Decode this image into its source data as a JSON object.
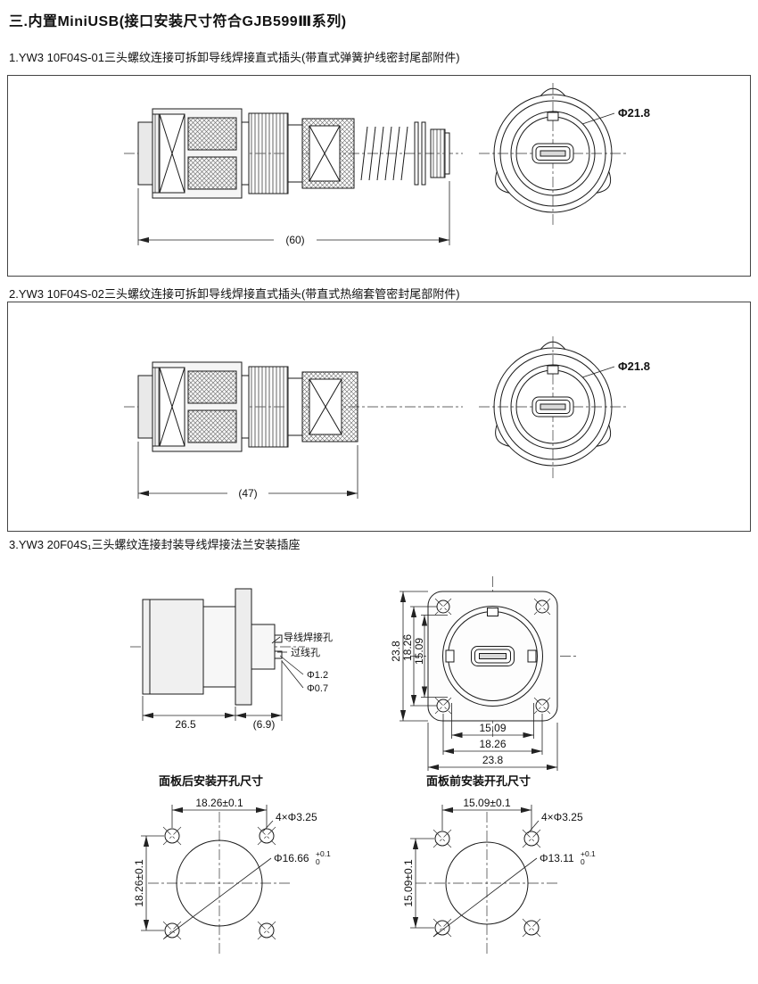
{
  "page": {
    "title": "三.内置MiniUSB(接口安装尺寸符合GJB599Ⅲ系列)"
  },
  "section1": {
    "caption": "1.YW3 10F04S-01三头螺纹连接可拆卸导线焊接直式插头(带直式弹簧护线密封尾部附件)",
    "length_dim": "(60)",
    "diameter_label": "Φ21.8"
  },
  "section2": {
    "caption": "2.YW3 10F04S-02三头螺纹连接可拆卸导线焊接直式插头(带直式热缩套管密封尾部附件)",
    "length_dim": "(47)",
    "diameter_label": "Φ21.8"
  },
  "section3": {
    "caption": "3.YW3 20F04S₁三头螺纹连接封装导线焊接法兰安装插座",
    "side_view": {
      "wire_weld_hole_label": "导线焊接孔",
      "wire_pass_hole_label": "过线孔",
      "weld_hole_dia": "Φ1.2",
      "pass_hole_dia": "Φ0.7",
      "body_length": "26.5",
      "tail_length": "(6.9)"
    },
    "flange_view": {
      "dims_vertical": [
        "23.8",
        "18.26",
        "15.09"
      ],
      "dims_horizontal": [
        "15.09",
        "18.26",
        "23.8"
      ]
    },
    "panel_back": {
      "title": "面板后安装开孔尺寸",
      "hole_spacing_h": "18.26±0.1",
      "hole_spacing_v": "18.26±0.1",
      "corner_holes": "4×Φ3.25",
      "cutout_dia": "Φ16.66",
      "cutout_tol_upper": "+0.1",
      "cutout_tol_lower": "0"
    },
    "panel_front": {
      "title": "面板前安装开孔尺寸",
      "hole_spacing_h": "15.09±0.1",
      "hole_spacing_v": "15.09±0.1",
      "corner_holes": "4×Φ3.25",
      "cutout_dia": "Φ13.11",
      "cutout_tol_upper": "+0.1",
      "cutout_tol_lower": "0"
    }
  }
}
